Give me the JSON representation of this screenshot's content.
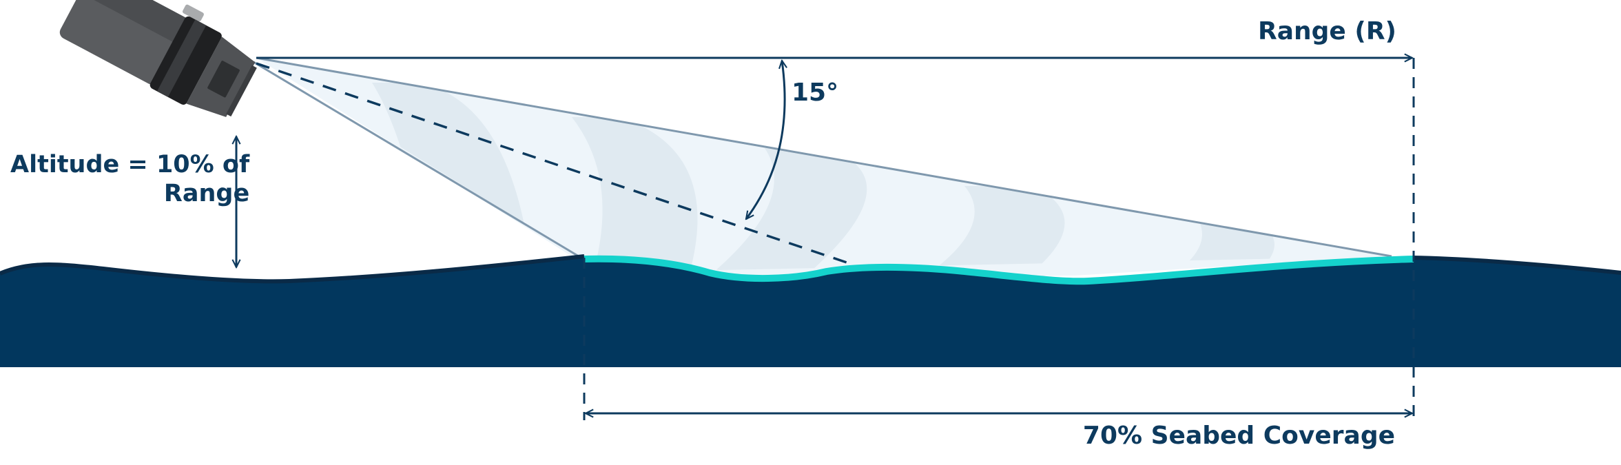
{
  "labels": {
    "range": "Range (R)",
    "angle": "15°",
    "altitude_line1": "Altitude = 10% of",
    "altitude_line2": "Range",
    "coverage": "70% Seabed Coverage"
  },
  "colors": {
    "seabed": "#02375e",
    "seabed_edge": "#0a2a47",
    "coverage_highlight": "#15d2cc",
    "beam_light": "#eef5fa",
    "beam_band": "#e0eaf1",
    "beam_edge": "#7f98ad",
    "annotation": "#0d3a5e",
    "sonar_body": "#4b4d50",
    "sonar_dark": "#1f2022"
  },
  "icons": {
    "sonar": "side-scan-sonar-device-icon"
  }
}
